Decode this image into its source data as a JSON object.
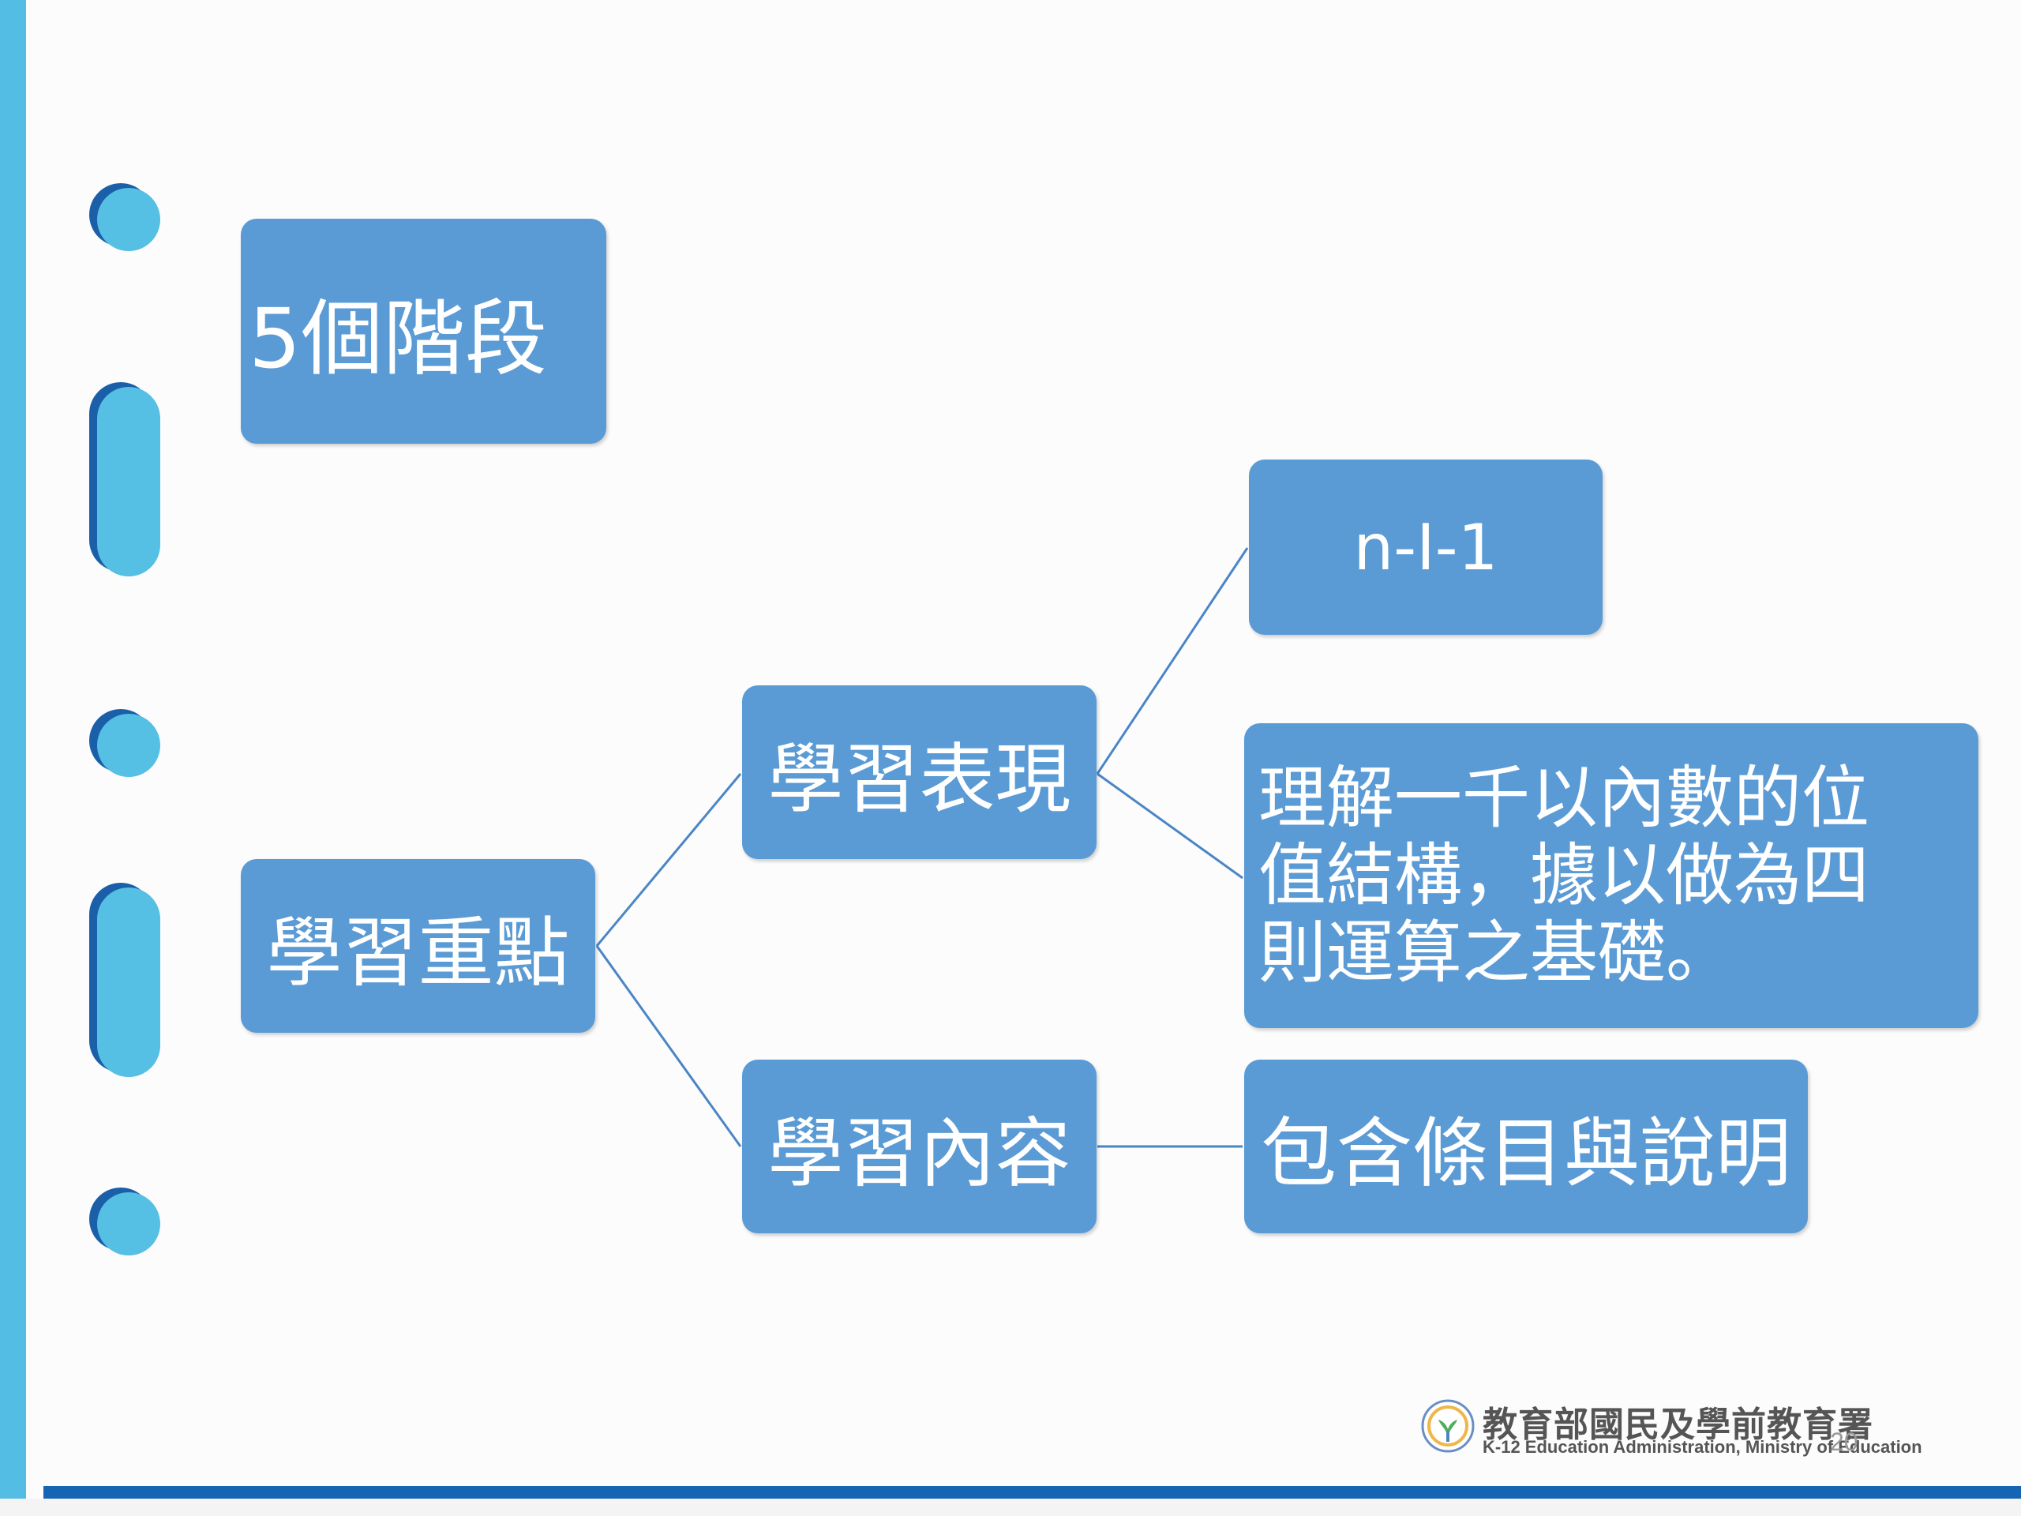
{
  "diagram": {
    "stage_box": "5個階段",
    "root": "學習重點",
    "branch_performance": "學習表現",
    "branch_content": "學習內容",
    "leaf_code": "n-I-1",
    "leaf_description": "理解一千以內數的位值結構，據以做為四則運算之基礎。",
    "leaf_content": "包含條目與說明"
  },
  "footer": {
    "org_name_zh": "教育部國民及學前教育署",
    "org_name_en": "K-12 Education Administration, Ministry of Education",
    "page_number": "20"
  },
  "colors": {
    "node_fill": "#5b9bd5",
    "connector": "#4a86c5",
    "side_bar": "#54bde3",
    "bottom_bar": "#1565b4"
  }
}
